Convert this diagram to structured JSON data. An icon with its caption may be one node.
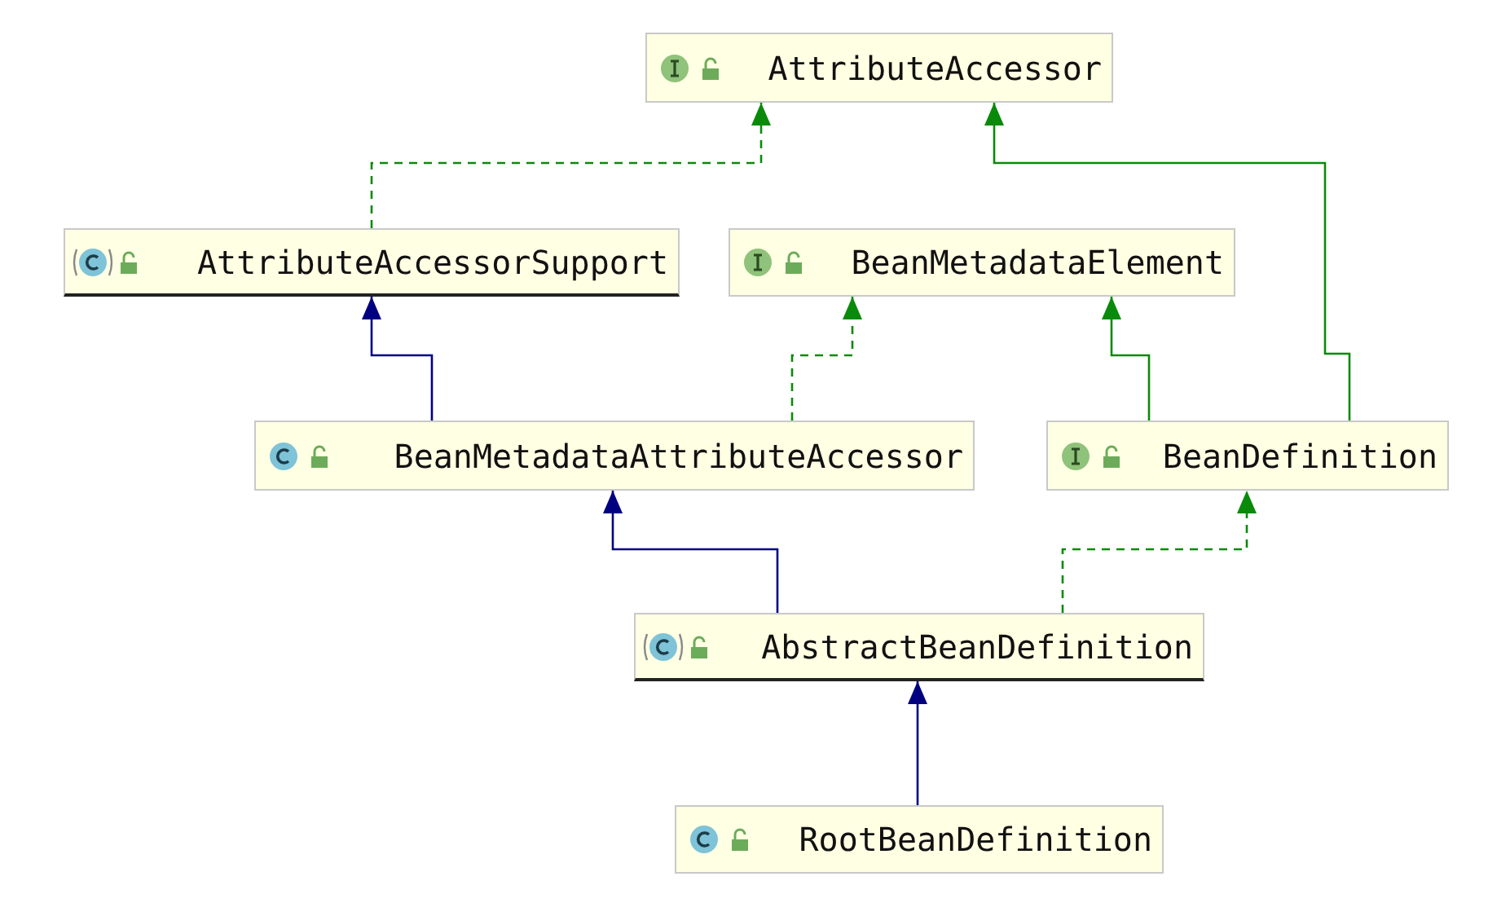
{
  "diagram": {
    "nodes": [
      {
        "text": [
          "AttributeAccessor"
        ]
      },
      {
        "text": [
          "AttributeAccessorSupport"
        ]
      },
      {
        "text": [
          "BeanMetadataElement"
        ]
      },
      {
        "text": [
          "BeanMetadataAttributeAccessor"
        ]
      },
      {
        "text": [
          "BeanDefinition"
        ]
      },
      {
        "text": [
          "AbstractBeanDefinition"
        ]
      },
      {
        "text": [
          "RootBeanDefinition"
        ]
      }
    ],
    "edges": [
      {
        "from": 1,
        "to": 0,
        "arrow": "to",
        "style": "dashed"
      },
      {
        "from": 4,
        "to": 0,
        "arrow": "to"
      },
      {
        "from": 3,
        "to": 1,
        "arrow": "to",
        "color": "#000080"
      },
      {
        "from": 3,
        "to": 2,
        "arrow": "to",
        "style": "dashed"
      },
      {
        "from": 4,
        "to": 2,
        "arrow": "to"
      },
      {
        "from": 5,
        "to": 3,
        "arrow": "to",
        "color": "#000080"
      },
      {
        "from": 5,
        "to": 4,
        "arrow": "to",
        "style": "dashed"
      },
      {
        "from": 6,
        "to": 5,
        "arrow": "to",
        "color": "#000080"
      }
    ]
  }
}
